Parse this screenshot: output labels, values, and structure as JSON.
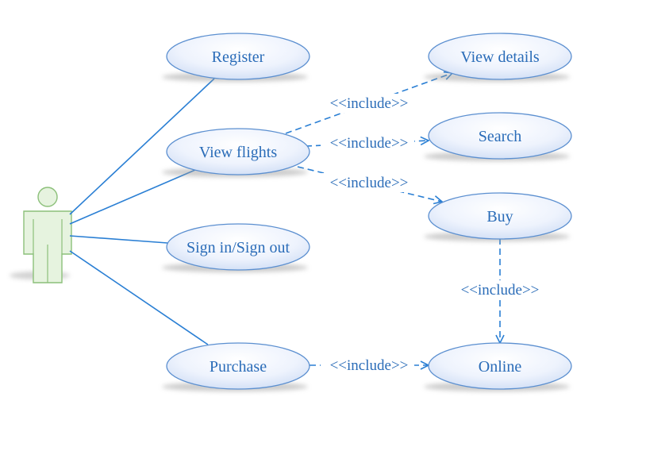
{
  "diagram": {
    "use_cases": {
      "register": "Register",
      "view_flights": "View flights",
      "sign_in_out": "Sign in/Sign out",
      "purchase": "Purchase",
      "view_details": "View details",
      "search": "Search",
      "buy": "Buy",
      "online": "Online"
    },
    "relations": {
      "include_view_details": "<<include>>",
      "include_search": "<<include>>",
      "include_buy": "<<include>>",
      "include_online_from_buy": "<<include>>",
      "include_online_from_purchase": "<<include>>"
    },
    "colors": {
      "line": "#2a7fd4",
      "text": "#2a6cb8",
      "ellipse_stroke": "#5b8fd0",
      "actor_fill": "#e6f3df",
      "actor_stroke": "#8cc07a"
    }
  }
}
